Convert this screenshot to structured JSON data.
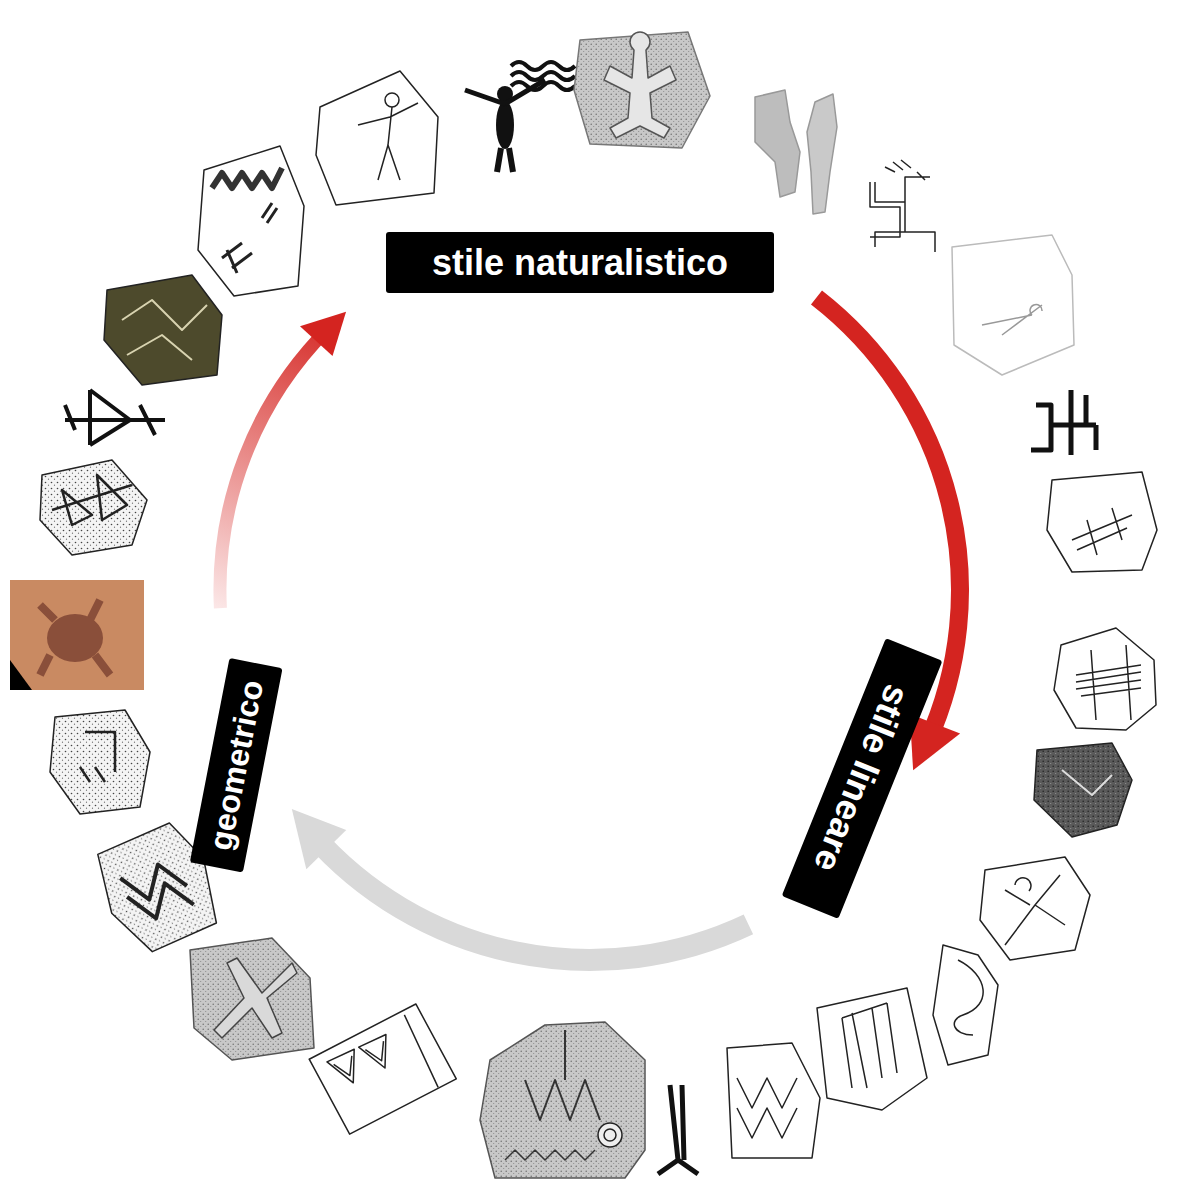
{
  "diagram": {
    "nodes": [
      {
        "text": [
          "stile naturalistico"
        ]
      },
      {
        "text": [
          "stile lineare"
        ]
      },
      {
        "text": [
          "geometrico"
        ]
      }
    ],
    "edges": [
      {
        "from": 0,
        "to": 1,
        "arrow": "to"
      },
      {
        "from": 1,
        "to": 2,
        "arrow": "to"
      },
      {
        "from": 2,
        "to": 0,
        "arrow": "to"
      }
    ]
  }
}
